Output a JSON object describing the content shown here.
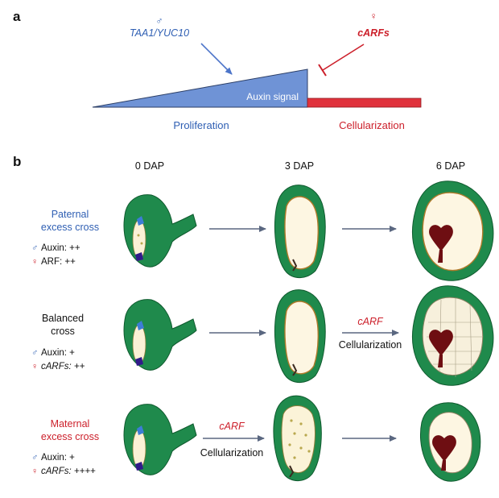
{
  "panel_a": {
    "label": "a",
    "male_symbol": "♂",
    "female_symbol": "♀",
    "paternal_genes": "TAA1/YUC10",
    "maternal_genes": "cARFs",
    "signal_label": "Auxin signal",
    "left_phase": "Proliferation",
    "right_phase": "Cellularization",
    "colors": {
      "auxin": "#6f93d6",
      "arf": "#e0323c",
      "blue_text": "#2f5fb3",
      "red_text": "#cc1f2a"
    }
  },
  "panel_b": {
    "label": "b",
    "timepoints": [
      "0 DAP",
      "3 DAP",
      "6 DAP"
    ],
    "rows": [
      {
        "title_line1": "Paternal",
        "title_line2": "excess cross",
        "title_color": "blue",
        "auxin_label": "Auxin: ++",
        "arf_label": "ARF: ++",
        "arrow1_top": "",
        "arrow1_bottom": "",
        "arrow2_top": "",
        "arrow2_bottom": ""
      },
      {
        "title_line1": "Balanced",
        "title_line2": "cross",
        "title_color": "dark",
        "auxin_label": "Auxin: +",
        "arf_label": "cARFs: ++",
        "arrow1_top": "",
        "arrow1_bottom": "",
        "arrow2_top": "cARF",
        "arrow2_bottom": "Cellularization"
      },
      {
        "title_line1": "Maternal",
        "title_line2": "excess cross",
        "title_color": "red",
        "auxin_label": "Auxin: +",
        "arf_label": "cARFs: ++++",
        "arrow1_top": "cARF",
        "arrow1_bottom": "Cellularization",
        "arrow2_top": "",
        "arrow2_bottom": ""
      }
    ],
    "colors": {
      "integument": "#1f8a4c",
      "endosperm": "#fdf6e2",
      "embryo": "#6e0e12",
      "arrow": "#5a6780"
    }
  }
}
